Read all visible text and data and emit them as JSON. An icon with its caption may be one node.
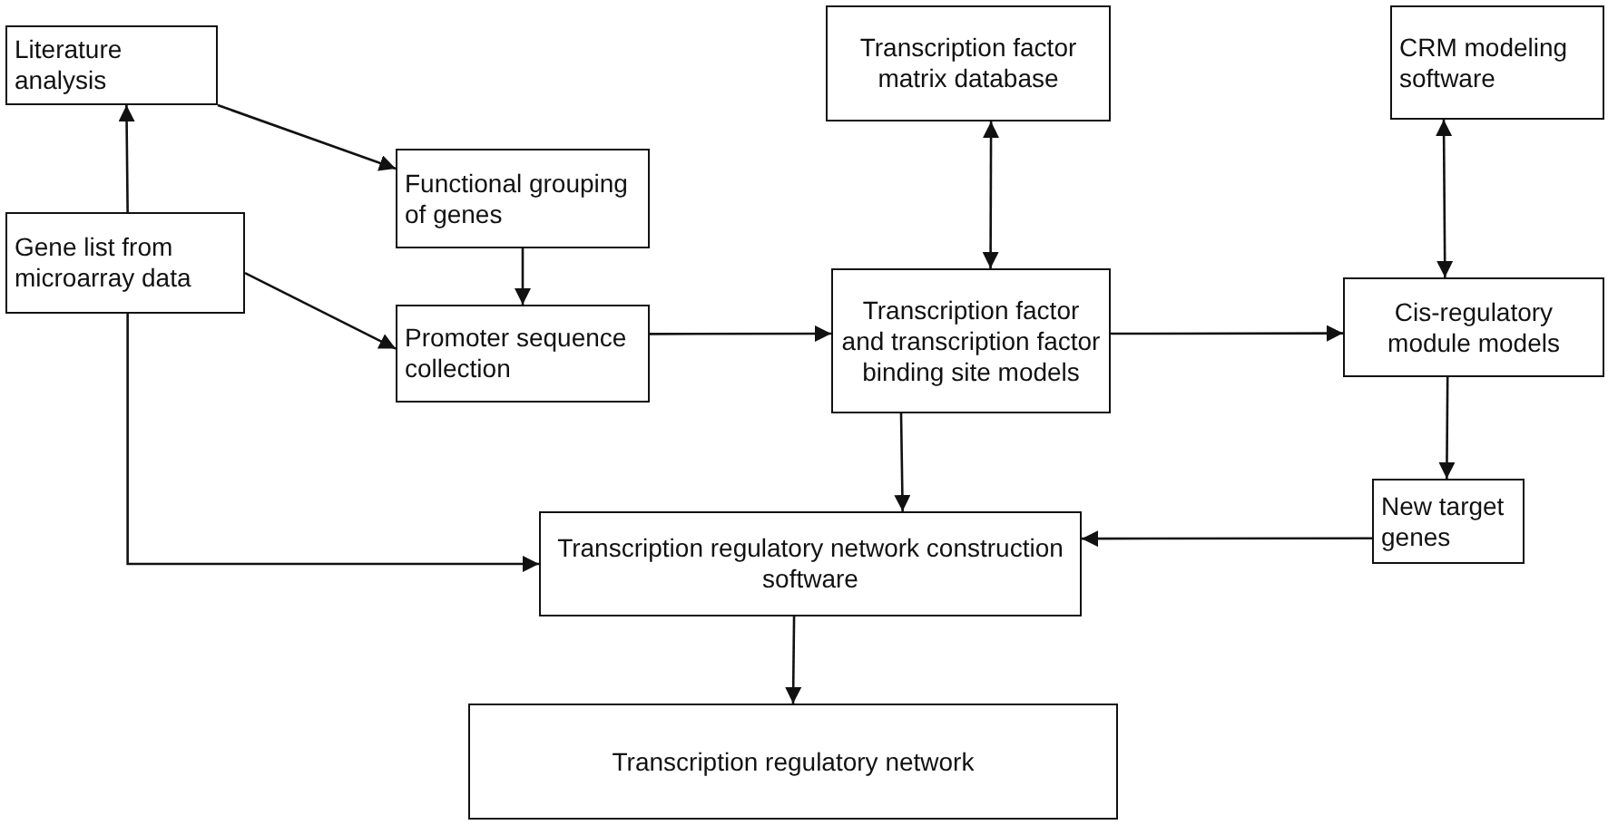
{
  "diagram": {
    "nodes": [
      {
        "text": [
          "Literature analysis"
        ]
      },
      {
        "text": [
          "Functional grouping of genes"
        ]
      },
      {
        "text": [
          "Transcription factor matrix database"
        ]
      },
      {
        "text": [
          "CRM modeling software"
        ]
      },
      {
        "text": [
          "Gene list from microarray data"
        ]
      },
      {
        "text": [
          "Promoter sequence collection"
        ]
      },
      {
        "text": [
          "Transcription factor and transcription factor binding site models"
        ]
      },
      {
        "text": [
          "Cis-regulatory module models"
        ]
      },
      {
        "text": [
          "New target genes"
        ]
      },
      {
        "text": [
          "Transcription regulatory network construction software"
        ]
      },
      {
        "text": [
          "Transcription regulatory network"
        ]
      }
    ],
    "edges": [
      {
        "from": 4,
        "to": 0,
        "arrow": "to"
      },
      {
        "from": 0,
        "to": 1,
        "arrow": "to"
      },
      {
        "from": 1,
        "to": 5,
        "arrow": "to"
      },
      {
        "from": 4,
        "to": 5,
        "arrow": "to"
      },
      {
        "from": 5,
        "to": 6,
        "arrow": "to"
      },
      {
        "from": 2,
        "to": 6,
        "arrow": "both"
      },
      {
        "from": 6,
        "to": 7,
        "arrow": "to"
      },
      {
        "from": 3,
        "to": 7,
        "arrow": "both"
      },
      {
        "from": 7,
        "to": 8,
        "arrow": "to"
      },
      {
        "from": 6,
        "to": 9,
        "arrow": "to"
      },
      {
        "from": 4,
        "to": 9,
        "arrow": "to"
      },
      {
        "from": 8,
        "to": 9,
        "arrow": "to"
      },
      {
        "from": 9,
        "to": 10,
        "arrow": "to"
      }
    ]
  }
}
